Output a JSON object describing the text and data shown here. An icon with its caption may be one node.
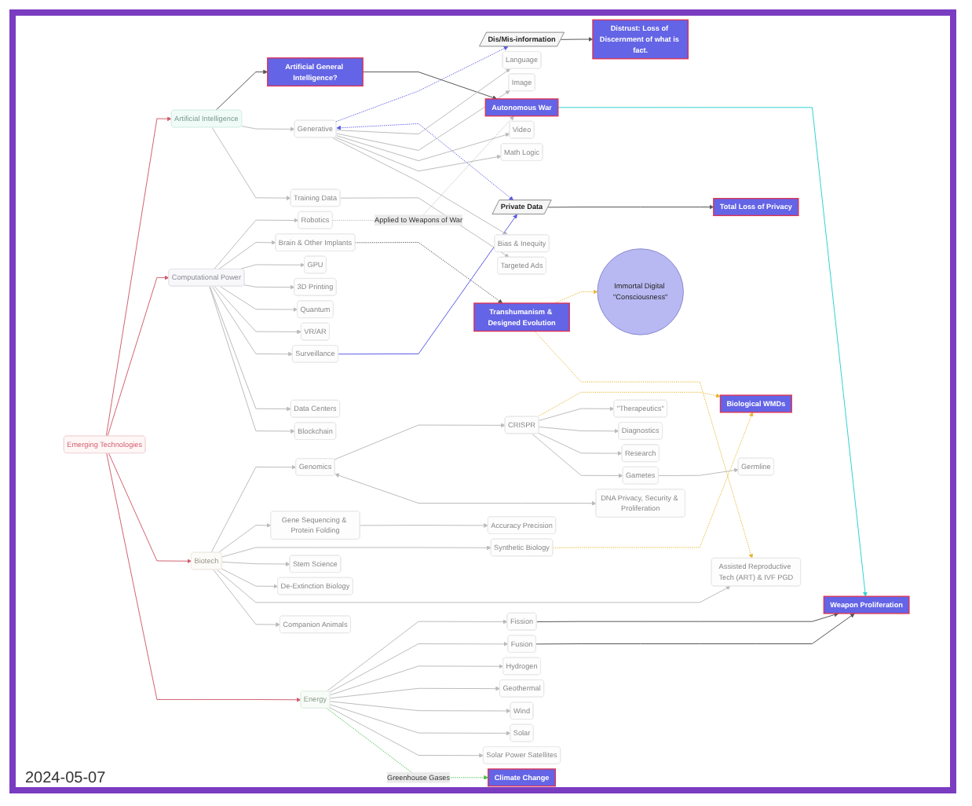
{
  "diagram": {
    "nodes": [
      {
        "text": [
          "Dis/Mis-information"
        ]
      },
      {
        "text": [
          "Distrust: Loss of Discernment of what is fact."
        ]
      },
      {
        "text": [
          "Private Data"
        ]
      },
      {
        "text": [
          "Total Loss of Privacy"
        ]
      },
      {
        "text": [
          "Immortal Digital \"Consciousness\""
        ]
      },
      {
        "text": [
          "Autonomous War"
        ]
      },
      {
        "text": [
          "Artificial General Intelligence?"
        ]
      },
      {
        "text": [
          "Transhumanism & Designed Evolution"
        ]
      },
      {
        "text": [
          "Biological WMDs"
        ]
      },
      {
        "text": [
          "Emerging Technologies"
        ]
      },
      {
        "text": [
          "Artificial Intelligence"
        ]
      },
      {
        "text": [
          "Computational Power"
        ]
      },
      {
        "text": [
          "Biotech"
        ]
      },
      {
        "text": [
          "Energy"
        ]
      },
      {
        "text": [
          "Generative"
        ]
      },
      {
        "text": [
          "Language"
        ]
      },
      {
        "text": [
          "Image"
        ]
      },
      {
        "text": [
          "Video"
        ]
      },
      {
        "text": [
          "Math Logic"
        ]
      },
      {
        "text": [
          "Bias & Inequity"
        ]
      },
      {
        "text": [
          "Training Data"
        ]
      },
      {
        "text": [
          "Targeted Ads"
        ]
      },
      {
        "text": [
          "Robotics"
        ]
      },
      {
        "text": [
          "Brain & Other Implants"
        ]
      },
      {
        "text": [
          "GPU"
        ]
      },
      {
        "text": [
          "3D Printing"
        ]
      },
      {
        "text": [
          "Quantum"
        ]
      },
      {
        "text": [
          "VR/AR"
        ]
      },
      {
        "text": [
          "Surveillance"
        ]
      },
      {
        "text": [
          "Data Centers"
        ]
      },
      {
        "text": [
          "Blockchain"
        ]
      },
      {
        "text": [
          "Gametes"
        ]
      },
      {
        "text": [
          "Germline"
        ]
      },
      {
        "text": [
          "\"Therapeutics\""
        ]
      },
      {
        "text": [
          "Diagnostics"
        ]
      },
      {
        "text": [
          "Research"
        ]
      },
      {
        "text": [
          "CRISPR"
        ]
      },
      {
        "text": [
          "Genomics"
        ]
      },
      {
        "text": [
          "DNA Privacy, Security & Proliferation"
        ]
      },
      {
        "text": [
          "Gene Sequencing & Protein Folding"
        ]
      },
      {
        "text": [
          "Accuracy Precision"
        ]
      },
      {
        "text": [
          "Synthetic Biology"
        ]
      },
      {
        "text": [
          "Stem Science"
        ]
      },
      {
        "text": [
          "De-Extinction Biology"
        ]
      },
      {
        "text": [
          "Assisted Reproductive Tech (ART) & IVF PGD"
        ]
      },
      {
        "text": [
          "Companion Animals"
        ]
      },
      {
        "text": [
          "Weapon Proliferation"
        ]
      },
      {
        "text": [
          "Solar Power Satellites"
        ]
      },
      {
        "text": [
          "Fission"
        ]
      },
      {
        "text": [
          "Fusion"
        ]
      },
      {
        "text": [
          "Hydrogen"
        ]
      },
      {
        "text": [
          "Geothermal"
        ]
      },
      {
        "text": [
          "Wind"
        ]
      },
      {
        "text": [
          "Solar"
        ]
      },
      {
        "text": [
          "Climate Change"
        ]
      }
    ],
    "edges": [
      {
        "from": 0,
        "to": 1,
        "arrow": "to",
        "color": "#555555"
      },
      {
        "from": 2,
        "to": 3,
        "arrow": "to",
        "color": "#555555"
      },
      {
        "from": 14,
        "to": 0,
        "arrow": "to",
        "style": "dashed",
        "color": "#5a5ae6"
      },
      {
        "from": 14,
        "to": 2,
        "arrow": "both",
        "style": "dashed",
        "color": "#5a5ae6"
      },
      {
        "from": 28,
        "to": 2,
        "arrow": "to",
        "color": "#5a5ae6"
      },
      {
        "from": 10,
        "to": 6,
        "arrow": "to",
        "color": "#555555"
      },
      {
        "from": 6,
        "to": 5,
        "arrow": "to",
        "color": "#555555"
      },
      {
        "from": 22,
        "to": 5,
        "arrow": "to",
        "style": "dashed",
        "label": "Applied to Weapons of War"
      },
      {
        "from": 5,
        "to": 46,
        "arrow": "to",
        "color": "#30d0d0"
      },
      {
        "from": 48,
        "to": 46,
        "arrow": "to",
        "color": "#555555"
      },
      {
        "from": 49,
        "to": 46,
        "arrow": "to",
        "color": "#555555"
      },
      {
        "from": 23,
        "to": 7,
        "arrow": "to",
        "style": "dashed",
        "color": "#555555"
      },
      {
        "from": 7,
        "to": 4,
        "arrow": "to",
        "style": "dashed",
        "color": "#e8b830"
      },
      {
        "from": 36,
        "to": 8,
        "arrow": "to",
        "style": "dashed",
        "color": "#e8b830"
      },
      {
        "from": 41,
        "to": 8,
        "arrow": "to",
        "style": "dashed",
        "color": "#e8b830"
      },
      {
        "from": 9,
        "to": 10,
        "arrow": "to",
        "color": "#d06070"
      },
      {
        "from": 9,
        "to": 11,
        "arrow": "to",
        "color": "#d06070"
      },
      {
        "from": 9,
        "to": 12,
        "arrow": "to",
        "color": "#d06070"
      },
      {
        "from": 9,
        "to": 13,
        "arrow": "to",
        "color": "#d06070"
      },
      {
        "from": 10,
        "to": 14,
        "arrow": "to"
      },
      {
        "from": 14,
        "to": 15,
        "arrow": "to"
      },
      {
        "from": 14,
        "to": 16,
        "arrow": "to"
      },
      {
        "from": 14,
        "to": 17,
        "arrow": "to"
      },
      {
        "from": 14,
        "to": 18,
        "arrow": "to"
      },
      {
        "from": 14,
        "to": 19,
        "arrow": "to"
      },
      {
        "from": 20,
        "to": 21,
        "arrow": "to"
      },
      {
        "from": 11,
        "to": 22,
        "arrow": "to"
      },
      {
        "from": 11,
        "to": 23,
        "arrow": "to"
      },
      {
        "from": 11,
        "to": 24,
        "arrow": "to"
      },
      {
        "from": 11,
        "to": 25,
        "arrow": "to"
      },
      {
        "from": 11,
        "to": 26,
        "arrow": "to"
      },
      {
        "from": 11,
        "to": 27,
        "arrow": "to"
      },
      {
        "from": 11,
        "to": 28,
        "arrow": "to"
      },
      {
        "from": 11,
        "to": 29,
        "arrow": "to"
      },
      {
        "from": 11,
        "to": 30,
        "arrow": "to"
      },
      {
        "from": 12,
        "to": 37,
        "arrow": "to"
      },
      {
        "from": 37,
        "to": 36,
        "arrow": "to"
      },
      {
        "from": 37,
        "to": 38,
        "arrow": "both"
      },
      {
        "from": 36,
        "to": 33,
        "arrow": "to"
      },
      {
        "from": 36,
        "to": 34,
        "arrow": "to"
      },
      {
        "from": 36,
        "to": 35,
        "arrow": "to"
      },
      {
        "from": 36,
        "to": 31,
        "arrow": "to"
      },
      {
        "from": 31,
        "to": 32,
        "arrow": "to"
      },
      {
        "from": 12,
        "to": 39,
        "arrow": "to"
      },
      {
        "from": 39,
        "to": 40,
        "arrow": "to"
      },
      {
        "from": 12,
        "to": 41,
        "arrow": "to"
      },
      {
        "from": 12,
        "to": 42,
        "arrow": "to"
      },
      {
        "from": 12,
        "to": 43,
        "arrow": "to"
      },
      {
        "from": 12,
        "to": 44,
        "arrow": "to"
      },
      {
        "from": 12,
        "to": 45,
        "arrow": "to"
      },
      {
        "from": 13,
        "to": 48,
        "arrow": "to"
      },
      {
        "from": 13,
        "to": 49,
        "arrow": "to"
      },
      {
        "from": 13,
        "to": 50,
        "arrow": "to"
      },
      {
        "from": 13,
        "to": 51,
        "arrow": "to"
      },
      {
        "from": 13,
        "to": 52,
        "arrow": "to"
      },
      {
        "from": 13,
        "to": 53,
        "arrow": "to"
      },
      {
        "from": 13,
        "to": 47,
        "arrow": "to"
      },
      {
        "from": 13,
        "to": 54,
        "arrow": "to",
        "style": "dashed",
        "color": "#40c040",
        "label": "Greenhouse Gases"
      },
      {
        "from": 7,
        "to": 44,
        "arrow": "to",
        "style": "dashed",
        "color": "#e8b830"
      },
      {
        "from": 10,
        "to": 20,
        "arrow": "to"
      }
    ],
    "labels": [
      "2024-05-07"
    ]
  }
}
